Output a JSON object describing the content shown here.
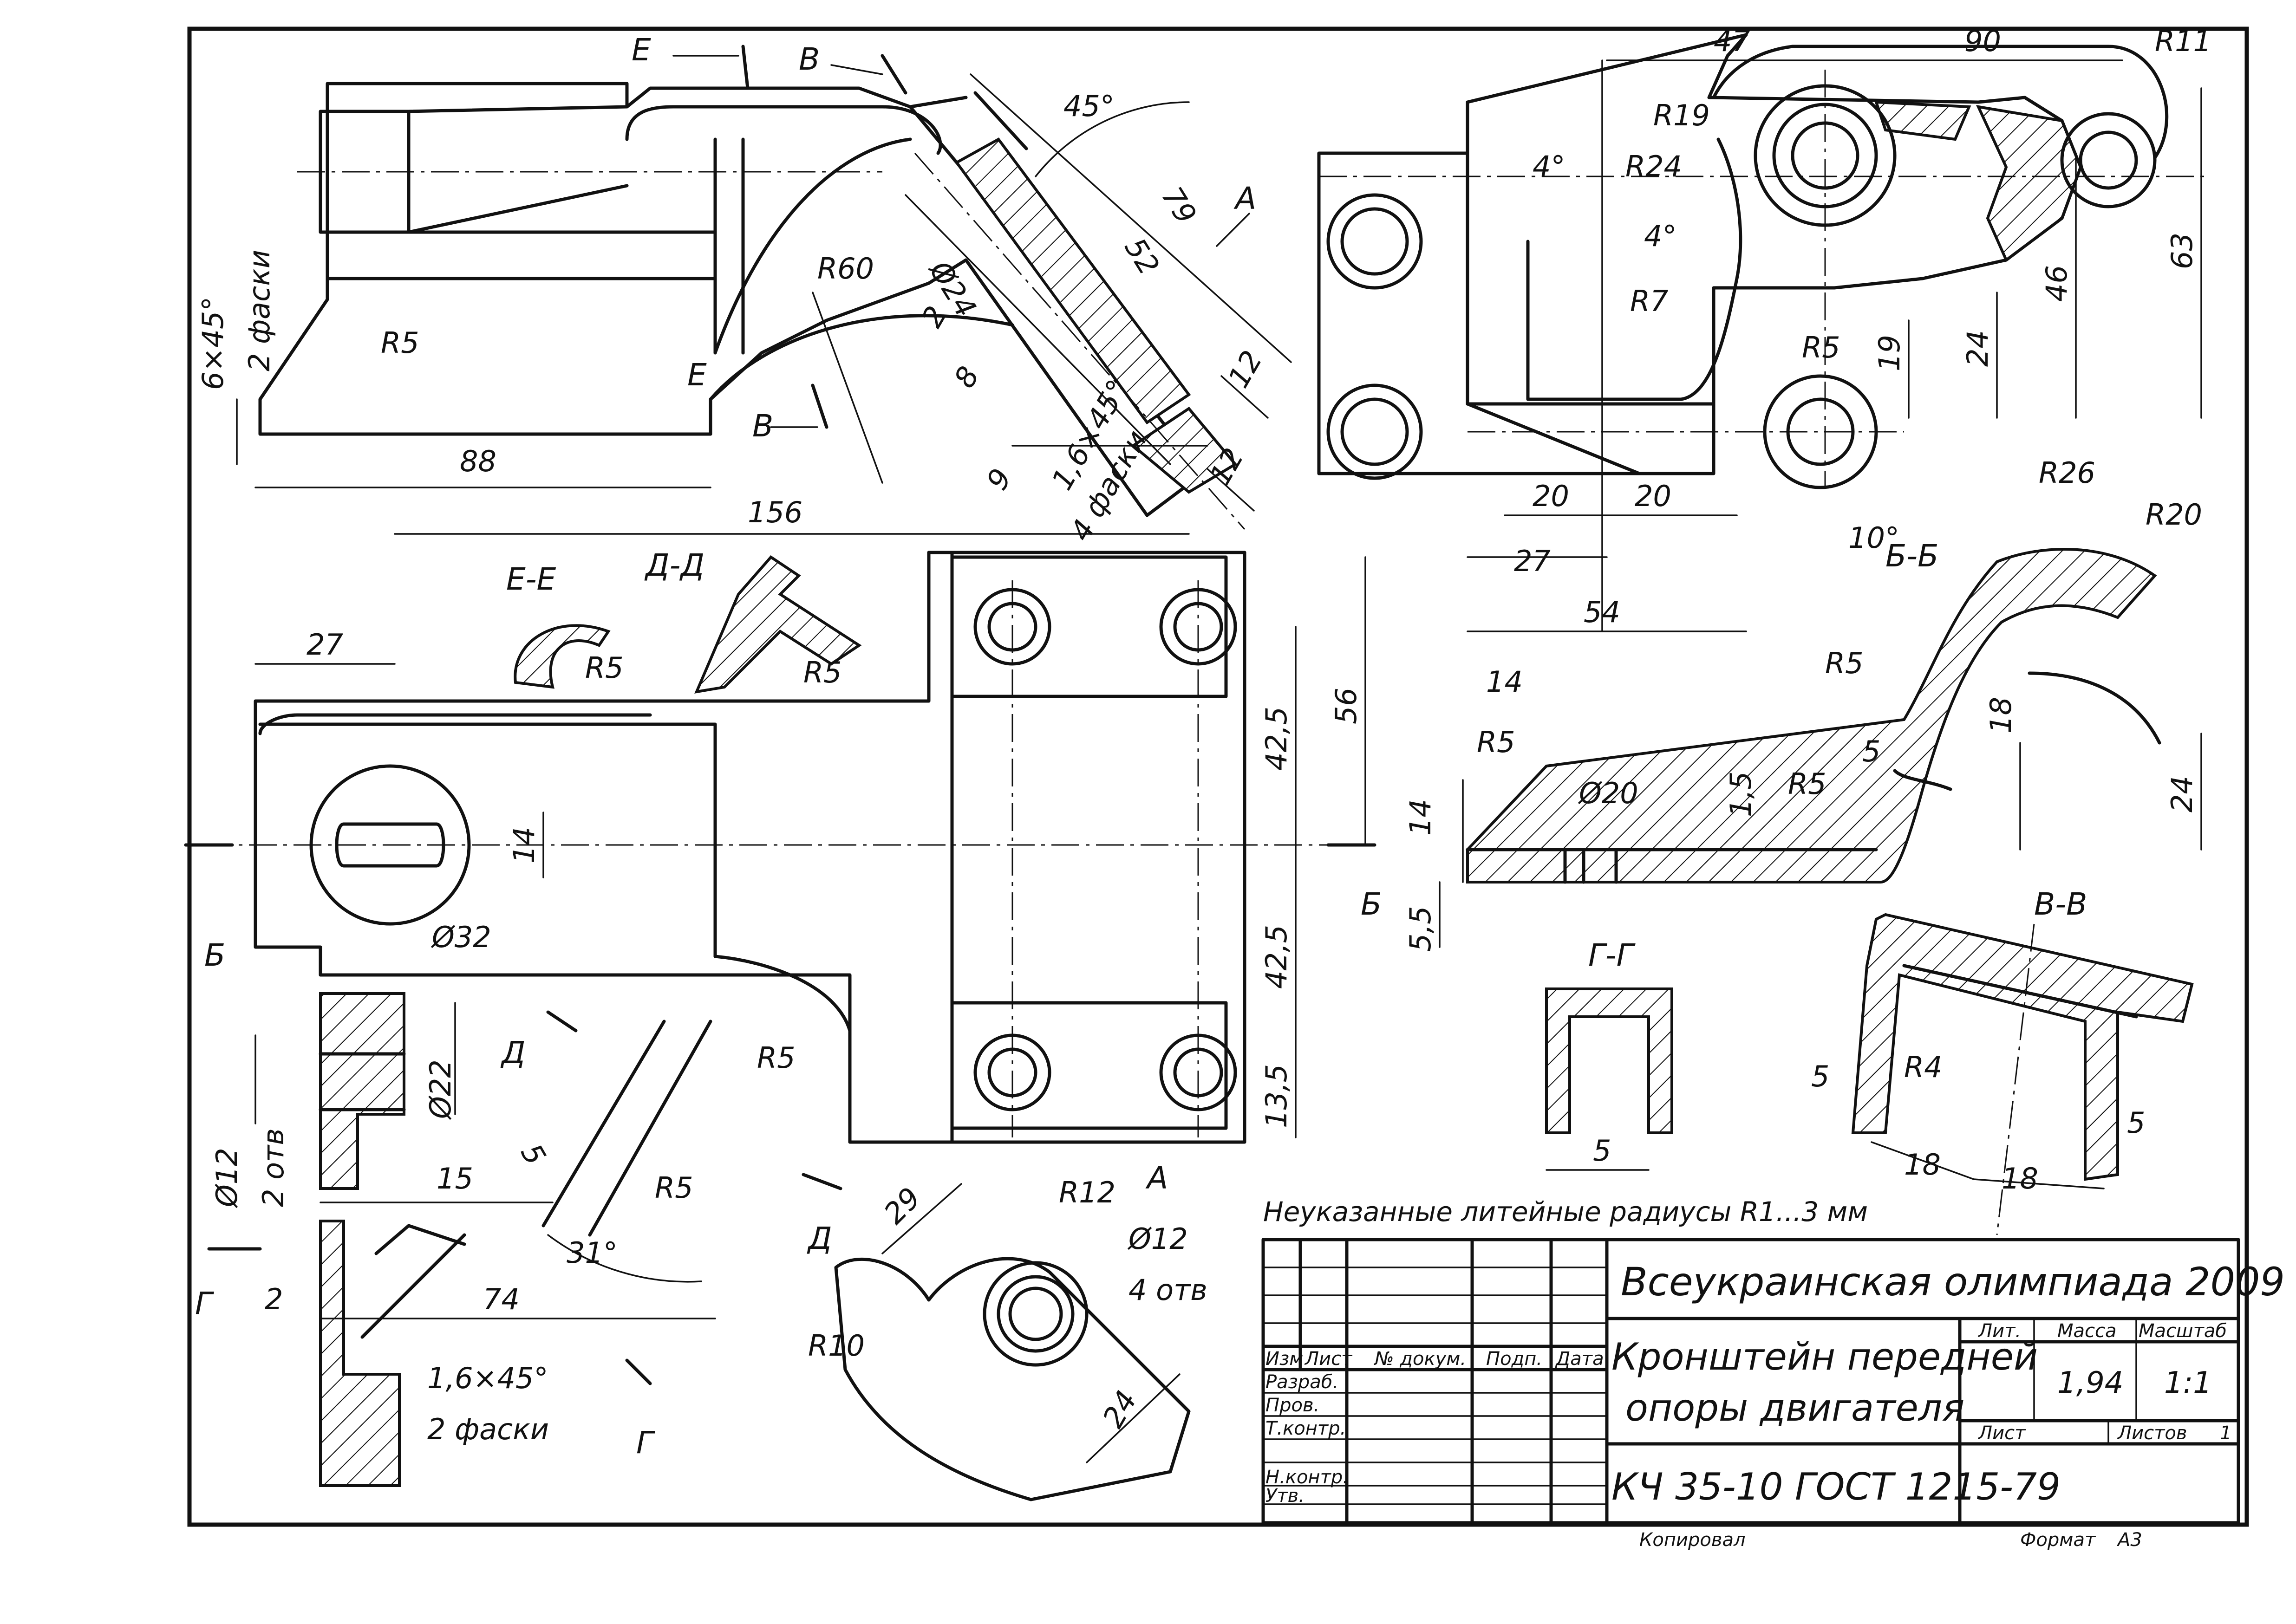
{
  "sheet": {
    "format_label": "Формат",
    "format_value": "А3",
    "copied_label": "Копировал"
  },
  "note": "Неуказанные литейные радиусы R1...3 мм",
  "title_block": {
    "organization": "Всеукраинская олимпиада 2009",
    "part_name_line1": "Кронштейн передней",
    "part_name_line2": "опоры двигателя",
    "material": "КЧ 35-10 ГОСТ 1215-79",
    "col_headers": [
      "Изм",
      "Лист",
      "№ докум.",
      "Подп.",
      "Дата"
    ],
    "roles": [
      "Разраб.",
      "Пров.",
      "Т.контр.",
      "Н.контр.",
      "Утв."
    ],
    "lit_label": "Лит.",
    "mass_label": "Масса",
    "scale_label": "Масштаб",
    "mass_value": "1,94",
    "scale_value": "1:1",
    "sheet_label": "Лист",
    "sheets_label": "Листов",
    "sheets_value": "1"
  },
  "section_labels": {
    "e": "Е",
    "v": "В",
    "a": "А",
    "b": "Б",
    "d": "Д",
    "g": "Г",
    "ee": "Е-Е",
    "dd": "Д-Д",
    "bb": "Б-Б",
    "vv": "В-В",
    "gg": "Г-Г"
  },
  "dims": {
    "front": [
      "6×45°",
      "2 фаски",
      "R5",
      "88",
      "156",
      "R60",
      "Ø24",
      "45°",
      "79",
      "52",
      "2",
      "8",
      "9",
      "1,6×45°",
      "4 фаски",
      "12",
      "12"
    ],
    "side": [
      "47",
      "90",
      "R11",
      "R19",
      "R24",
      "4°",
      "4°",
      "R7",
      "R5",
      "63",
      "46",
      "24",
      "19",
      "20",
      "20",
      "27",
      "54"
    ],
    "plan": [
      "27",
      "14",
      "Ø32",
      "56",
      "42,5",
      "42,5",
      "13,5",
      "R5",
      "R5",
      "R5",
      "R5",
      "Ø22",
      "Ø12",
      "2 отв",
      "15",
      "5",
      "31°",
      "2",
      "74",
      "1,6×45°",
      "2 фаски"
    ],
    "view_a": [
      "29",
      "R12",
      "Ø12",
      "4 отв",
      "R10",
      "24"
    ],
    "bb_section": [
      "10°",
      "R26",
      "R20",
      "14",
      "R5",
      "R5",
      "Ø20",
      "1,5",
      "5",
      "R5",
      "18",
      "24",
      "14",
      "5,5"
    ],
    "gg_section": [
      "5"
    ],
    "vv_section": [
      "5",
      "R4",
      "18",
      "18",
      "5"
    ]
  }
}
